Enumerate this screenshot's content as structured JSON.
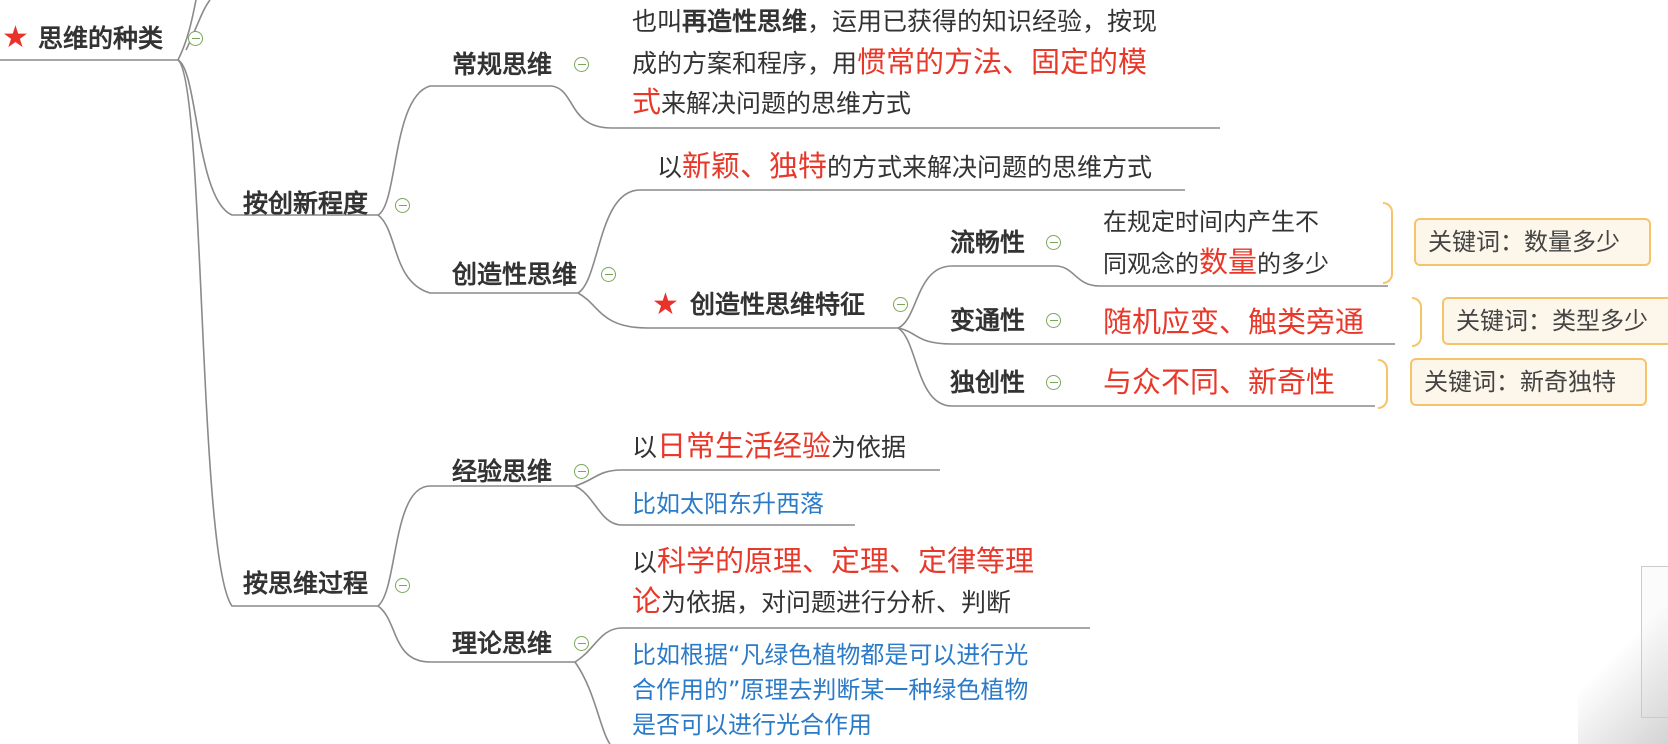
{
  "root": {
    "label": "思维的种类"
  },
  "branches": {
    "innovation": {
      "label": "按创新程度"
    },
    "process": {
      "label": "按思维过程"
    }
  },
  "conventional": {
    "label": "常规思维",
    "desc_l1_a": "也叫",
    "desc_l1_b": "再造性思维",
    "desc_l1_c": "，运用已获得的知识经验，按现",
    "desc_l2_a": "成的方案和程序，用",
    "desc_l2_b": "惯常的方法、固定的模",
    "desc_l3_a": "式",
    "desc_l3_b": "来解决问题的思维方式"
  },
  "creative": {
    "label": "创造性思维",
    "desc_a": "以",
    "desc_b": "新颖、独特",
    "desc_c": "的方式来解决问题的思维方式",
    "features": {
      "label": "创造性思维特征",
      "fluency": {
        "label": "流畅性",
        "desc_l1": "在规定时间内产生不",
        "desc_l2_a": "同观念的",
        "desc_l2_b": "数量",
        "desc_l2_c": "的多少",
        "keyword": "关键词：数量多少"
      },
      "flexibility": {
        "label": "变通性",
        "desc": "随机应变、触类旁通",
        "keyword": "关键词：类型多少"
      },
      "originality": {
        "label": "独创性",
        "desc": "与众不同、新奇性",
        "keyword": "关键词：新奇独特"
      }
    }
  },
  "empirical": {
    "label": "经验思维",
    "desc_a": "以",
    "desc_b": "日常生活经验",
    "desc_c": "为依据",
    "example": "比如太阳东升西落"
  },
  "theoretical": {
    "label": "理论思维",
    "desc_l1_a": "以",
    "desc_l1_b": "科学的原理、定理、定律等理",
    "desc_l2_a": "论",
    "desc_l2_b": "为依据，对问题进行分析、判断",
    "example_l1": "比如根据“凡绿色植物都是可以进行光",
    "example_l2": "合作用的”原理去判断某一种绿色植物",
    "example_l3": "是否可以进行光合作用"
  },
  "colors": {
    "highlight": "#e8382a",
    "example": "#2c7bc8",
    "line": "#8a8a8a",
    "keyword_border": "#f5c46a",
    "collapse": "#7aa65a",
    "star": "#e8322a"
  },
  "icons": {
    "star": "star-icon",
    "collapse": "collapse-minus-icon",
    "brace": "brace-icon"
  }
}
